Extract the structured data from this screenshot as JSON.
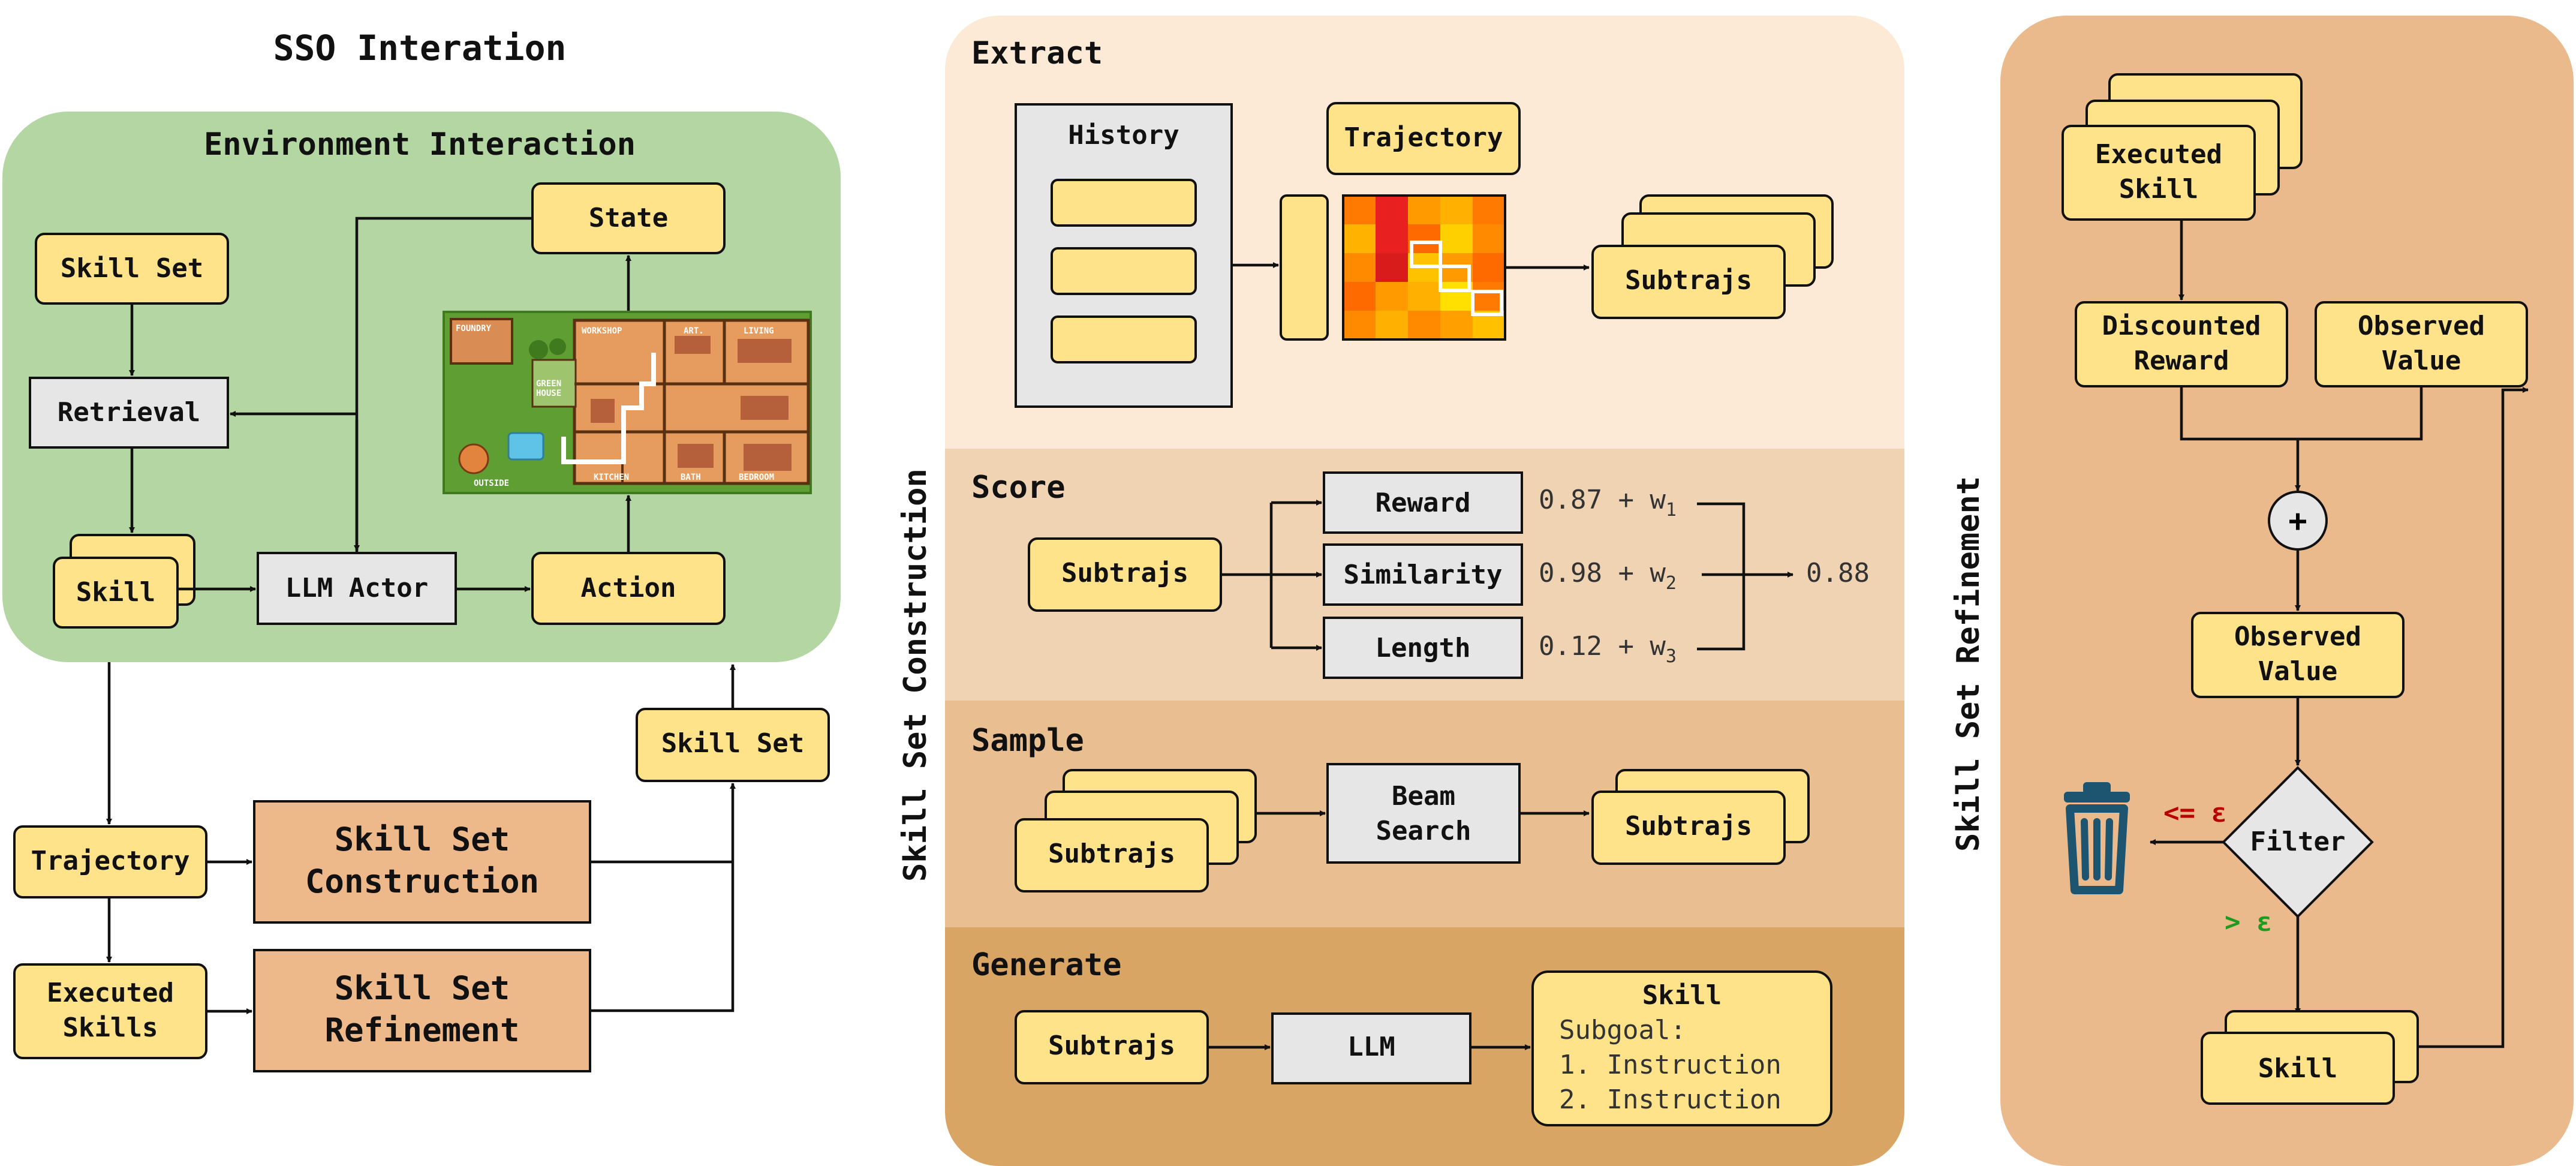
{
  "colors": {
    "env_bg": "#B3D6A3",
    "yellow_box": "#FFE38A",
    "gray_box": "#E6E6E6",
    "orange_box": "#EDB98A",
    "extract_bg": "#FCEAD7",
    "score_bg": "#EFD3B3",
    "sample_bg": "#E9BF91",
    "generate_bg": "#D9A564",
    "refine_bg": "#EAB98C",
    "trash": "#1D5470",
    "eps_le": "#B80000",
    "eps_gt": "#1E9A1E"
  },
  "left": {
    "title": "SSO Interation",
    "env_title": "Environment Interaction",
    "skill_set": "Skill Set",
    "retrieval": "Retrieval",
    "skill": "Skill",
    "llm_actor": "LLM Actor",
    "action": "Action",
    "state": "State",
    "game_labels": {
      "foundry": "FOUNDRY",
      "workshop": "WORKSHOP",
      "art": "ART.",
      "living": "LIVING",
      "green": "GREEN",
      "house": "HOUSE",
      "outside": "OUTSIDE",
      "kitchen": "KITCHEN",
      "bath": "BATH",
      "bedroom": "BEDROOM"
    },
    "trajectory": "Trajectory",
    "executed_skills_1": "Executed",
    "executed_skills_2": "Skills",
    "ssc_1": "Skill Set",
    "ssc_2": "Construction",
    "ssr_1": "Skill Set",
    "ssr_2": "Refinement",
    "skill_set_out": "Skill Set"
  },
  "middle": {
    "vertical_title": "Skill Set Construction",
    "extract": {
      "title": "Extract",
      "history": "History",
      "trajectory": "Trajectory",
      "subtrajs": "Subtrajs"
    },
    "score": {
      "title": "Score",
      "subtrajs": "Subtrajs",
      "reward": "Reward",
      "similarity": "Similarity",
      "length": "Length",
      "reward_val": "0.87 + w",
      "reward_sub": "1",
      "sim_val": "0.98 + w",
      "sim_sub": "2",
      "len_val": "0.12 + w",
      "len_sub": "3",
      "result": "0.88"
    },
    "sample": {
      "title": "Sample",
      "subtrajs_in": "Subtrajs",
      "beam_1": "Beam",
      "beam_2": "Search",
      "subtrajs_out": "Subtrajs"
    },
    "generate": {
      "title": "Generate",
      "subtrajs": "Subtrajs",
      "llm": "LLM",
      "skill_title": "Skill",
      "subgoal": "Subgoal:",
      "inst1": "1. Instruction",
      "inst2": "2. Instruction"
    }
  },
  "right": {
    "vertical_title": "Skill Set Refinement",
    "executed_1": "Executed",
    "executed_2": "Skill",
    "disc_1": "Discounted",
    "disc_2": "Reward",
    "obs_1": "Observed",
    "obs_2": "Value",
    "plus": "+",
    "obs2_1": "Observed",
    "obs2_2": "Value",
    "filter": "Filter",
    "le_eps": "<= ε",
    "gt_eps": "> ε",
    "skill": "Skill"
  }
}
